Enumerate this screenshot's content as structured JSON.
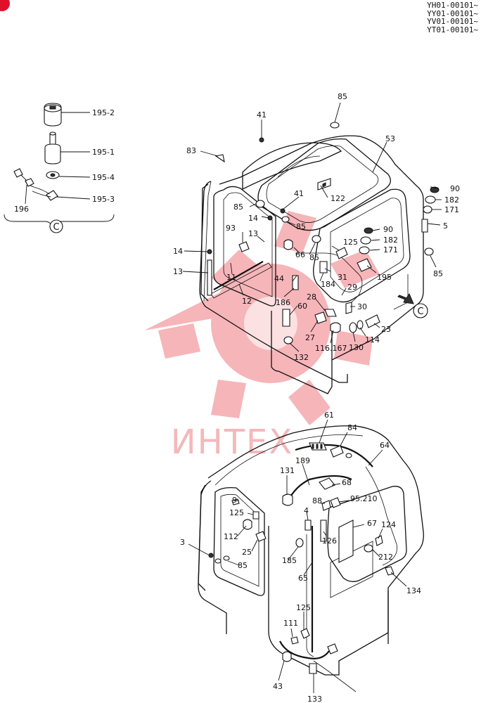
{
  "serial_numbers": [
    "YH01-00101~",
    "YY01-00101~",
    "YV01-00101~",
    "YT01-00101~"
  ],
  "watermark": {
    "text": "ИНТЕХ",
    "color": "#e8787f"
  },
  "detail_view": {
    "letter": "C"
  },
  "accent_color": "#e0102a",
  "labels": {
    "p195_2": "195-2",
    "p195_1": "195-1",
    "p195_4": "195-4",
    "p195_3": "195-3",
    "p196": "196",
    "p41a": "41",
    "p85a": "85",
    "p83": "83",
    "p53": "53",
    "p90a": "90",
    "p182a": "182",
    "p171a": "171",
    "p5": "5",
    "p85b": "85",
    "p41b": "41",
    "p122": "122",
    "p85c": "85",
    "p14a": "14",
    "p85d": "85",
    "p93": "93",
    "p13a": "13",
    "p14b": "14",
    "p90b": "90",
    "p182b": "182",
    "p125a": "125",
    "p171b": "171",
    "p66": "66",
    "p85e": "85",
    "p13b": "13",
    "p11": "11",
    "p44": "44",
    "p31": "31",
    "p184": "184",
    "p195": "195",
    "p85f": "85",
    "p12": "12",
    "p186": "186",
    "p29": "29",
    "p28": "28",
    "p30": "30",
    "p60": "60",
    "p27": "27",
    "p23": "23",
    "p114": "114",
    "p116": "116.167",
    "p130": "130",
    "p132": "132",
    "p61": "61",
    "p84": "84",
    "p64": "64",
    "p131": "131",
    "p189": "189",
    "p68": "68",
    "p9": "9",
    "p88": "88",
    "p95": "95.210",
    "p125b": "125",
    "p4": "4",
    "p67": "67",
    "p124": "124",
    "p112": "112",
    "p126": "126",
    "p3": "3",
    "p25": "25",
    "p185": "185",
    "p212": "212",
    "p85g": "85",
    "p65": "65",
    "p134": "134",
    "p125c": "125",
    "p111": "111",
    "p43": "43",
    "p133": "133"
  }
}
